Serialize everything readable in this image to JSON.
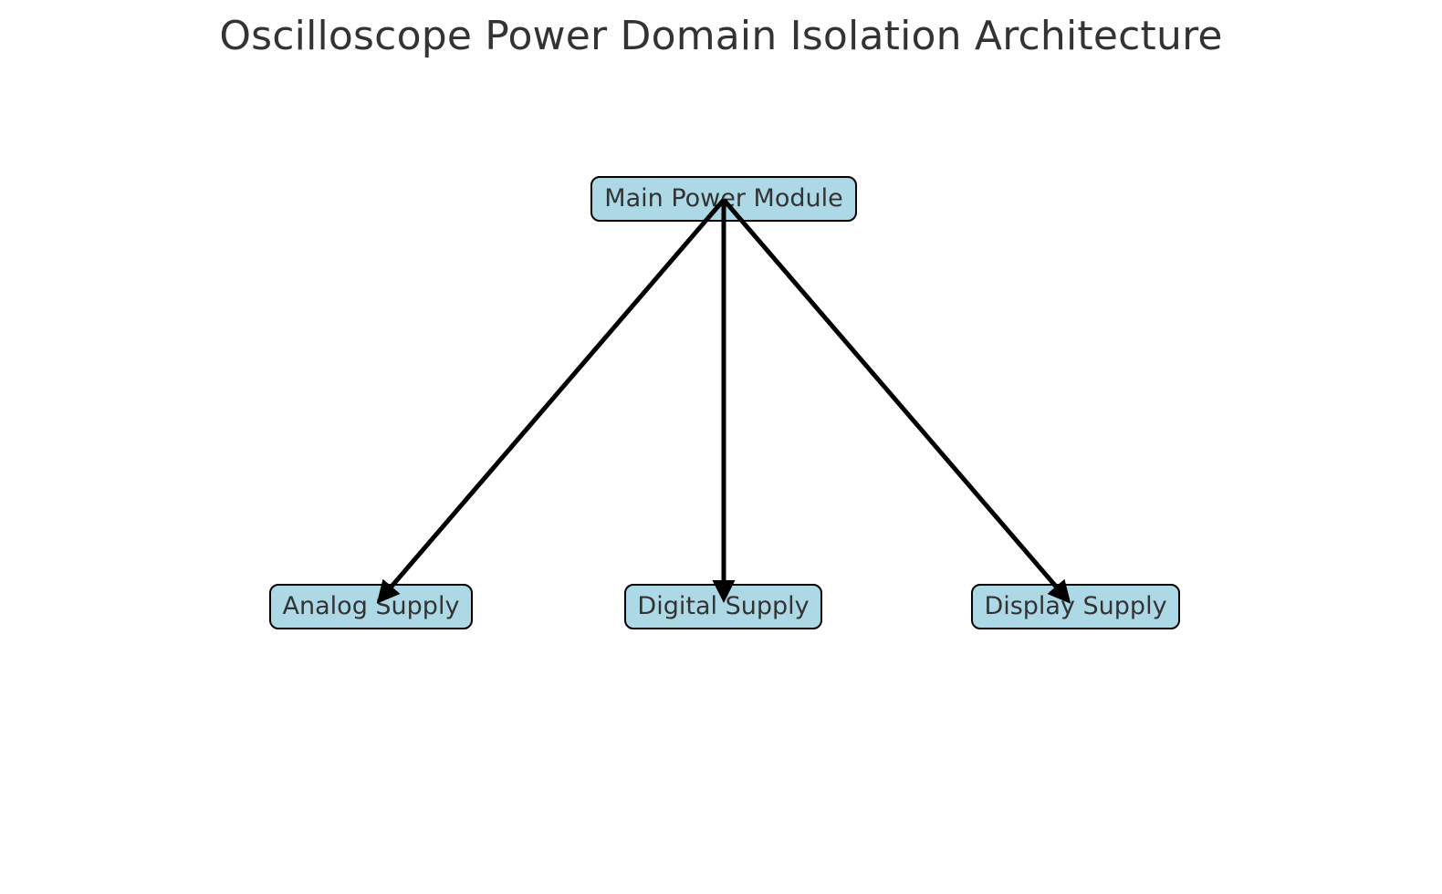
{
  "title": "Oscilloscope Power Domain Isolation Architecture",
  "colors": {
    "node_fill": "#add8e6",
    "node_border": "#000000",
    "text": "#333333",
    "edge": "#000000"
  },
  "nodes": [
    {
      "id": "main",
      "label": "Main Power Module"
    },
    {
      "id": "analog",
      "label": "Analog Supply"
    },
    {
      "id": "digital",
      "label": "Digital Supply"
    },
    {
      "id": "display",
      "label": "Display Supply"
    }
  ],
  "edges": [
    {
      "from": "main",
      "to": "analog"
    },
    {
      "from": "main",
      "to": "digital"
    },
    {
      "from": "main",
      "to": "display"
    }
  ]
}
